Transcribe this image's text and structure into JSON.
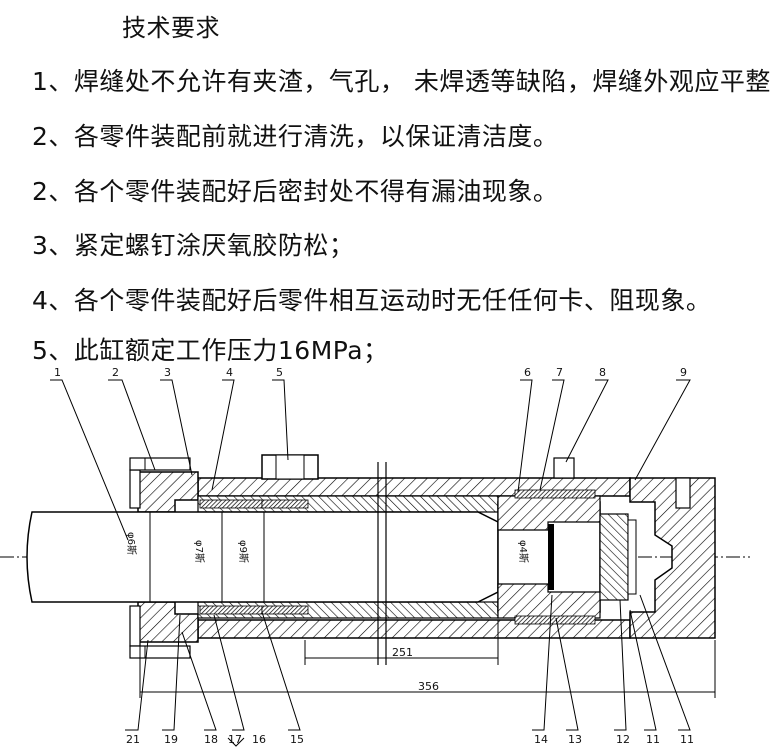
{
  "requirements": {
    "title": "技术要求",
    "items": [
      "1、焊缝处不允许有夹渣，气孔，  未焊透等缺陷，焊缝外观应平整",
      "2、各零件装配前就进行清洗，以保证清洁度。",
      "2、各个零件装配好后密封处不得有漏油现象。",
      "3、紧定螺钉涂厌氧胶防松；",
      "4、各个零件装配好后零件相互运动时无任任何卡、阻现象。",
      "5、此缸额定工作压力16MPa；"
    ]
  },
  "drawing": {
    "part_labels_top": [
      "1",
      "2",
      "3",
      "4",
      "5",
      "6",
      "7",
      "8",
      "9"
    ],
    "part_labels_bottom": [
      "21",
      "19",
      "18",
      "17",
      "16",
      "15",
      "14",
      "13",
      "12",
      "11",
      "11"
    ],
    "dimensions": {
      "inner": "251",
      "overall": "356"
    },
    "diameters": [
      "φ6斯",
      "φ7斯",
      "φ9斯",
      "φ4斯"
    ]
  }
}
